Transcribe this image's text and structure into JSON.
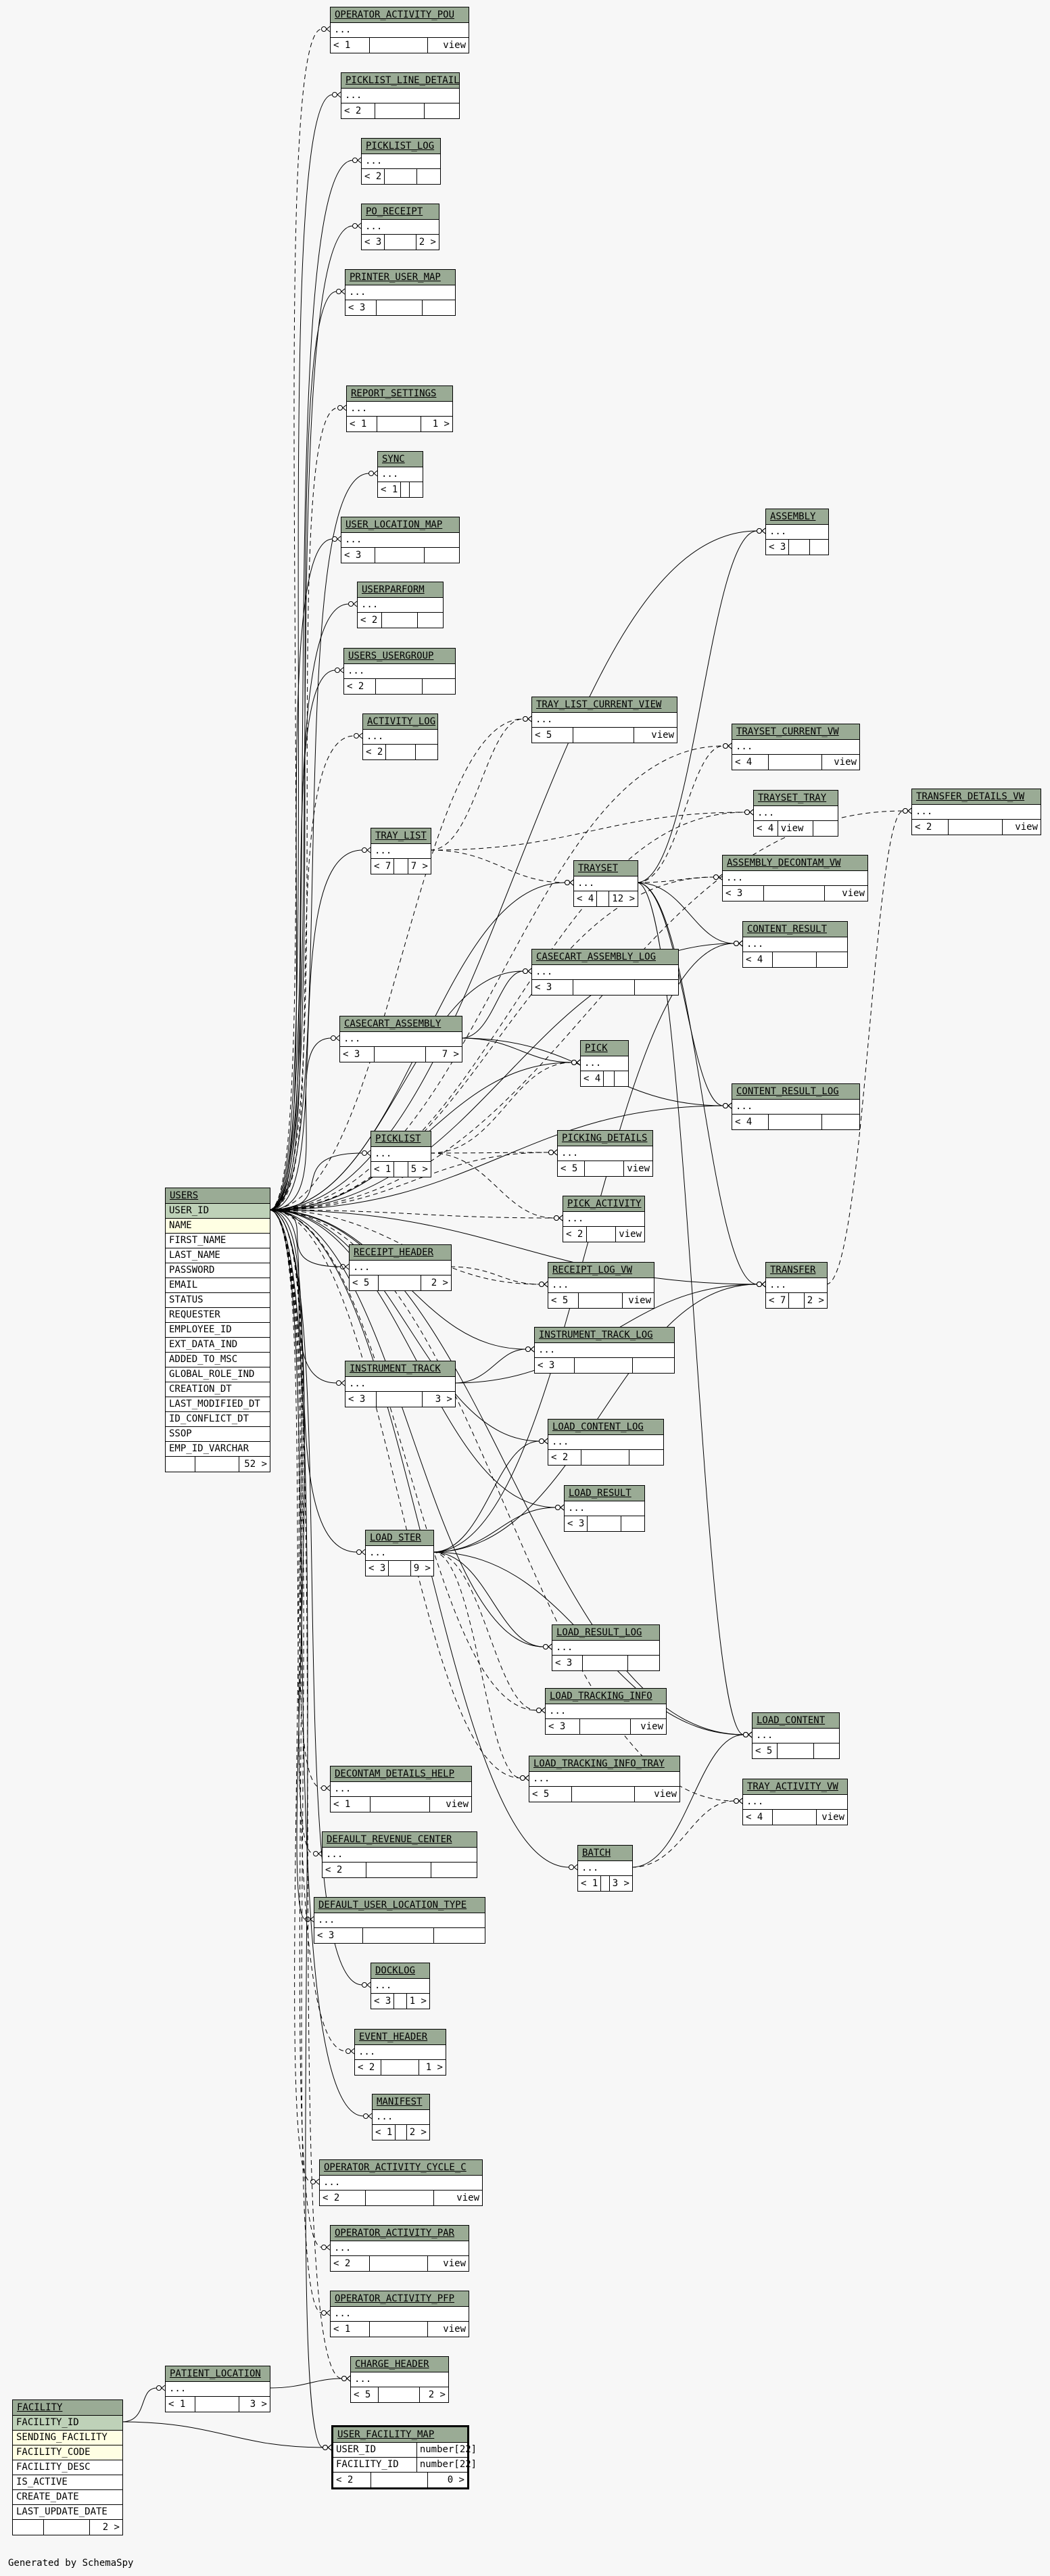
{
  "credit": "Generated by SchemaSpy",
  "tables": [
    {
      "name": "OPERATOR_ACTIVITY_POU",
      "cols": [
        "..."
      ],
      "foot": [
        "< 1",
        "",
        "view"
      ]
    },
    {
      "name": "PICKLIST_LINE_DETAIL",
      "cols": [
        "..."
      ],
      "foot": [
        "< 2",
        "",
        ""
      ]
    },
    {
      "name": "PICKLIST_LOG",
      "cols": [
        "..."
      ],
      "foot": [
        "< 2",
        "",
        ""
      ]
    },
    {
      "name": "PO_RECEIPT",
      "cols": [
        "..."
      ],
      "foot": [
        "< 3",
        "",
        "2 >"
      ]
    },
    {
      "name": "PRINTER_USER_MAP",
      "cols": [
        "..."
      ],
      "foot": [
        "< 3",
        "",
        ""
      ]
    },
    {
      "name": "REPORT_SETTINGS",
      "cols": [
        "..."
      ],
      "foot": [
        "< 1",
        "",
        "1 >"
      ]
    },
    {
      "name": "SYNC",
      "cols": [
        "..."
      ],
      "foot": [
        "< 1",
        "",
        ""
      ]
    },
    {
      "name": "USER_LOCATION_MAP",
      "cols": [
        "..."
      ],
      "foot": [
        "< 3",
        "",
        ""
      ]
    },
    {
      "name": "USERPARFORM",
      "cols": [
        "..."
      ],
      "foot": [
        "< 2",
        "",
        ""
      ]
    },
    {
      "name": "USERS_USERGROUP",
      "cols": [
        "..."
      ],
      "foot": [
        "< 2",
        "",
        ""
      ]
    },
    {
      "name": "ACTIVITY_LOG",
      "cols": [
        "..."
      ],
      "foot": [
        "< 2",
        "",
        ""
      ]
    },
    {
      "name": "ASSEMBLY",
      "cols": [
        "..."
      ],
      "foot": [
        "< 3",
        "",
        ""
      ]
    },
    {
      "name": "TRAY_LIST_CURRENT_VIEW",
      "cols": [
        "..."
      ],
      "foot": [
        "< 5",
        "",
        "view"
      ]
    },
    {
      "name": "TRAYSET_CURRENT_VW",
      "cols": [
        "..."
      ],
      "foot": [
        "< 4",
        "",
        "view"
      ]
    },
    {
      "name": "TRAYSET_TRAY",
      "cols": [
        "..."
      ],
      "foot": [
        "< 4",
        "view",
        ""
      ]
    },
    {
      "name": "TRANSFER_DETAILS_VW",
      "cols": [
        "..."
      ],
      "foot": [
        "< 2",
        "",
        "view"
      ]
    },
    {
      "name": "TRAY_LIST",
      "cols": [
        "..."
      ],
      "foot": [
        "< 7",
        "",
        "7 >"
      ]
    },
    {
      "name": "ASSEMBLY_DECONTAM_VW",
      "cols": [
        "..."
      ],
      "foot": [
        "< 3",
        "",
        "view"
      ]
    },
    {
      "name": "TRAYSET",
      "cols": [
        "..."
      ],
      "foot": [
        "< 4",
        "",
        "12 >"
      ]
    },
    {
      "name": "CONTENT_RESULT",
      "cols": [
        "..."
      ],
      "foot": [
        "< 4",
        "",
        ""
      ]
    },
    {
      "name": "CASECART_ASSEMBLY_LOG",
      "cols": [
        "..."
      ],
      "foot": [
        "< 3",
        "",
        ""
      ]
    },
    {
      "name": "CASECART_ASSEMBLY",
      "cols": [
        "..."
      ],
      "foot": [
        "< 3",
        "",
        "7 >"
      ]
    },
    {
      "name": "PICK",
      "cols": [
        "..."
      ],
      "foot": [
        "< 4",
        "",
        ""
      ]
    },
    {
      "name": "CONTENT_RESULT_LOG",
      "cols": [
        "..."
      ],
      "foot": [
        "< 4",
        "",
        ""
      ]
    },
    {
      "name": "PICKLIST",
      "cols": [
        "..."
      ],
      "foot": [
        "< 1",
        "",
        "5 >"
      ]
    },
    {
      "name": "PICKING_DETAILS",
      "cols": [
        "..."
      ],
      "foot": [
        "< 5",
        "",
        "view"
      ]
    },
    {
      "name": "PICK_ACTIVITY",
      "cols": [
        "..."
      ],
      "foot": [
        "< 2",
        "",
        "view"
      ]
    },
    {
      "name": "RECEIPT_HEADER",
      "cols": [
        "..."
      ],
      "foot": [
        "< 5",
        "",
        "2 >"
      ]
    },
    {
      "name": "RECEIPT_LOG_VW",
      "cols": [
        "..."
      ],
      "foot": [
        "< 5",
        "",
        "view"
      ]
    },
    {
      "name": "TRANSFER",
      "cols": [
        "..."
      ],
      "foot": [
        "< 7",
        "",
        "2 >"
      ]
    },
    {
      "name": "INSTRUMENT_TRACK_LOG",
      "cols": [
        "..."
      ],
      "foot": [
        "< 3",
        "",
        ""
      ]
    },
    {
      "name": "INSTRUMENT_TRACK",
      "cols": [
        "..."
      ],
      "foot": [
        "< 3",
        "",
        "3 >"
      ]
    },
    {
      "name": "LOAD_CONTENT_LOG",
      "cols": [
        "..."
      ],
      "foot": [
        "< 2",
        "",
        ""
      ]
    },
    {
      "name": "LOAD_RESULT",
      "cols": [
        "..."
      ],
      "foot": [
        "< 3",
        "",
        ""
      ]
    },
    {
      "name": "LOAD_STER",
      "cols": [
        "..."
      ],
      "foot": [
        "< 3",
        "",
        "9 >"
      ]
    },
    {
      "name": "LOAD_RESULT_LOG",
      "cols": [
        "..."
      ],
      "foot": [
        "< 3",
        "",
        ""
      ]
    },
    {
      "name": "LOAD_TRACKING_INFO",
      "cols": [
        "..."
      ],
      "foot": [
        "< 3",
        "",
        "view"
      ]
    },
    {
      "name": "LOAD_CONTENT",
      "cols": [
        "..."
      ],
      "foot": [
        "< 5",
        "",
        ""
      ]
    },
    {
      "name": "LOAD_TRACKING_INFO_TRAY",
      "cols": [
        "..."
      ],
      "foot": [
        "< 5",
        "",
        "view"
      ]
    },
    {
      "name": "TRAY_ACTIVITY_VW",
      "cols": [
        "..."
      ],
      "foot": [
        "< 4",
        "",
        "view"
      ]
    },
    {
      "name": "DECONTAM_DETAILS_HELP",
      "cols": [
        "..."
      ],
      "foot": [
        "< 1",
        "",
        "view"
      ]
    },
    {
      "name": "DEFAULT_REVENUE_CENTER",
      "cols": [
        "..."
      ],
      "foot": [
        "< 2",
        "",
        ""
      ]
    },
    {
      "name": "BATCH",
      "cols": [
        "..."
      ],
      "foot": [
        "< 1",
        "",
        "3 >"
      ]
    },
    {
      "name": "DEFAULT_USER_LOCATION_TYPE",
      "cols": [
        "..."
      ],
      "foot": [
        "< 3",
        "",
        ""
      ]
    },
    {
      "name": "DOCKLOG",
      "cols": [
        "..."
      ],
      "foot": [
        "< 3",
        "",
        "1 >"
      ]
    },
    {
      "name": "EVENT_HEADER",
      "cols": [
        "..."
      ],
      "foot": [
        "< 2",
        "",
        "1 >"
      ]
    },
    {
      "name": "MANIFEST",
      "cols": [
        "..."
      ],
      "foot": [
        "< 1",
        "",
        "2 >"
      ]
    },
    {
      "name": "OPERATOR_ACTIVITY_CYCLE_C",
      "cols": [
        "..."
      ],
      "foot": [
        "< 2",
        "",
        "view"
      ]
    },
    {
      "name": "OPERATOR_ACTIVITY_PAR",
      "cols": [
        "..."
      ],
      "foot": [
        "< 2",
        "",
        "view"
      ]
    },
    {
      "name": "OPERATOR_ACTIVITY_PFP",
      "cols": [
        "..."
      ],
      "foot": [
        "< 1",
        "",
        "view"
      ]
    },
    {
      "name": "CHARGE_HEADER",
      "cols": [
        "..."
      ],
      "foot": [
        "< 5",
        "",
        "2 >"
      ]
    },
    {
      "name": "PATIENT_LOCATION",
      "cols": [
        "..."
      ],
      "foot": [
        "< 1",
        "",
        "3 >"
      ]
    },
    {
      "name": "USERS",
      "cols": [
        "USER_ID",
        "NAME",
        "FIRST_NAME",
        "LAST_NAME",
        "PASSWORD",
        "EMAIL",
        "STATUS",
        "REQUESTER",
        "EMPLOYEE_ID",
        "EXT_DATA_IND",
        "ADDED_TO_MSC",
        "GLOBAL_ROLE_IND",
        "CREATION_DT",
        "LAST_MODIFIED_DT",
        "ID_CONFLICT_DT",
        "SSOP",
        "EMP_ID_VARCHAR"
      ],
      "foot": [
        "",
        "",
        "52 >"
      ]
    },
    {
      "name": "FACILITY",
      "cols": [
        "FACILITY_ID",
        "SENDING_FACILITY",
        "FACILITY_CODE",
        "FACILITY_DESC",
        "IS_ACTIVE",
        "CREATE_DATE",
        "LAST_UPDATE_DATE"
      ],
      "foot": [
        "",
        "",
        "2 >"
      ]
    },
    {
      "name": "USER_FACILITY_MAP",
      "cols": [
        "USER_ID",
        "FACILITY_ID"
      ],
      "types": [
        "number[22]",
        "number[22]"
      ],
      "foot": [
        "< 2",
        "",
        "0 >"
      ]
    }
  ]
}
